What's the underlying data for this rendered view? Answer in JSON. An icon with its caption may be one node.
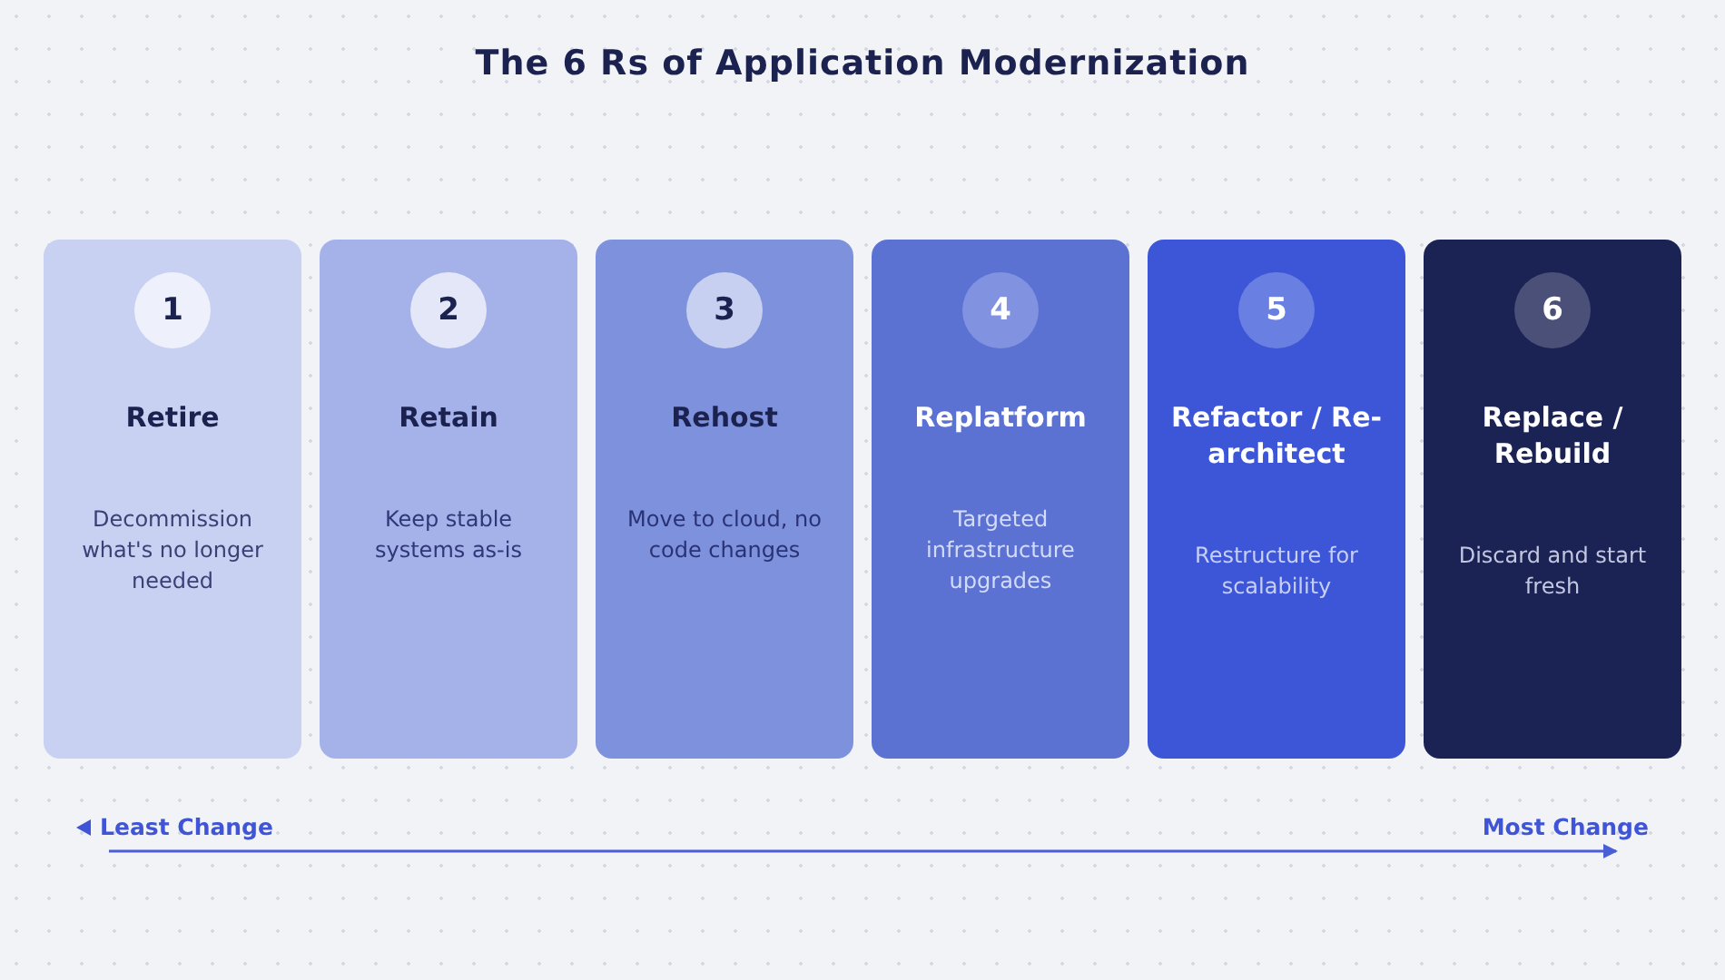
{
  "diagram": {
    "title": "The 6 Rs of Application Modernization",
    "nodes": [
      {
        "text": [
          "1",
          "Retire",
          "Decommission what's no longer needed"
        ]
      },
      {
        "text": [
          "2",
          "Retain",
          "Keep stable systems as-is"
        ]
      },
      {
        "text": [
          "3",
          "Rehost",
          "Move to cloud, no code changes"
        ]
      },
      {
        "text": [
          "4",
          "Replatform",
          "Targeted infrastructure upgrades"
        ]
      },
      {
        "text": [
          "5",
          "Refactor / Re-architect",
          "Restructure for scalability"
        ]
      },
      {
        "text": [
          "6",
          "Replace / Rebuild",
          "Discard and start fresh"
        ]
      }
    ],
    "edges": [],
    "labels": [
      "Least Change",
      "Most Change"
    ]
  }
}
